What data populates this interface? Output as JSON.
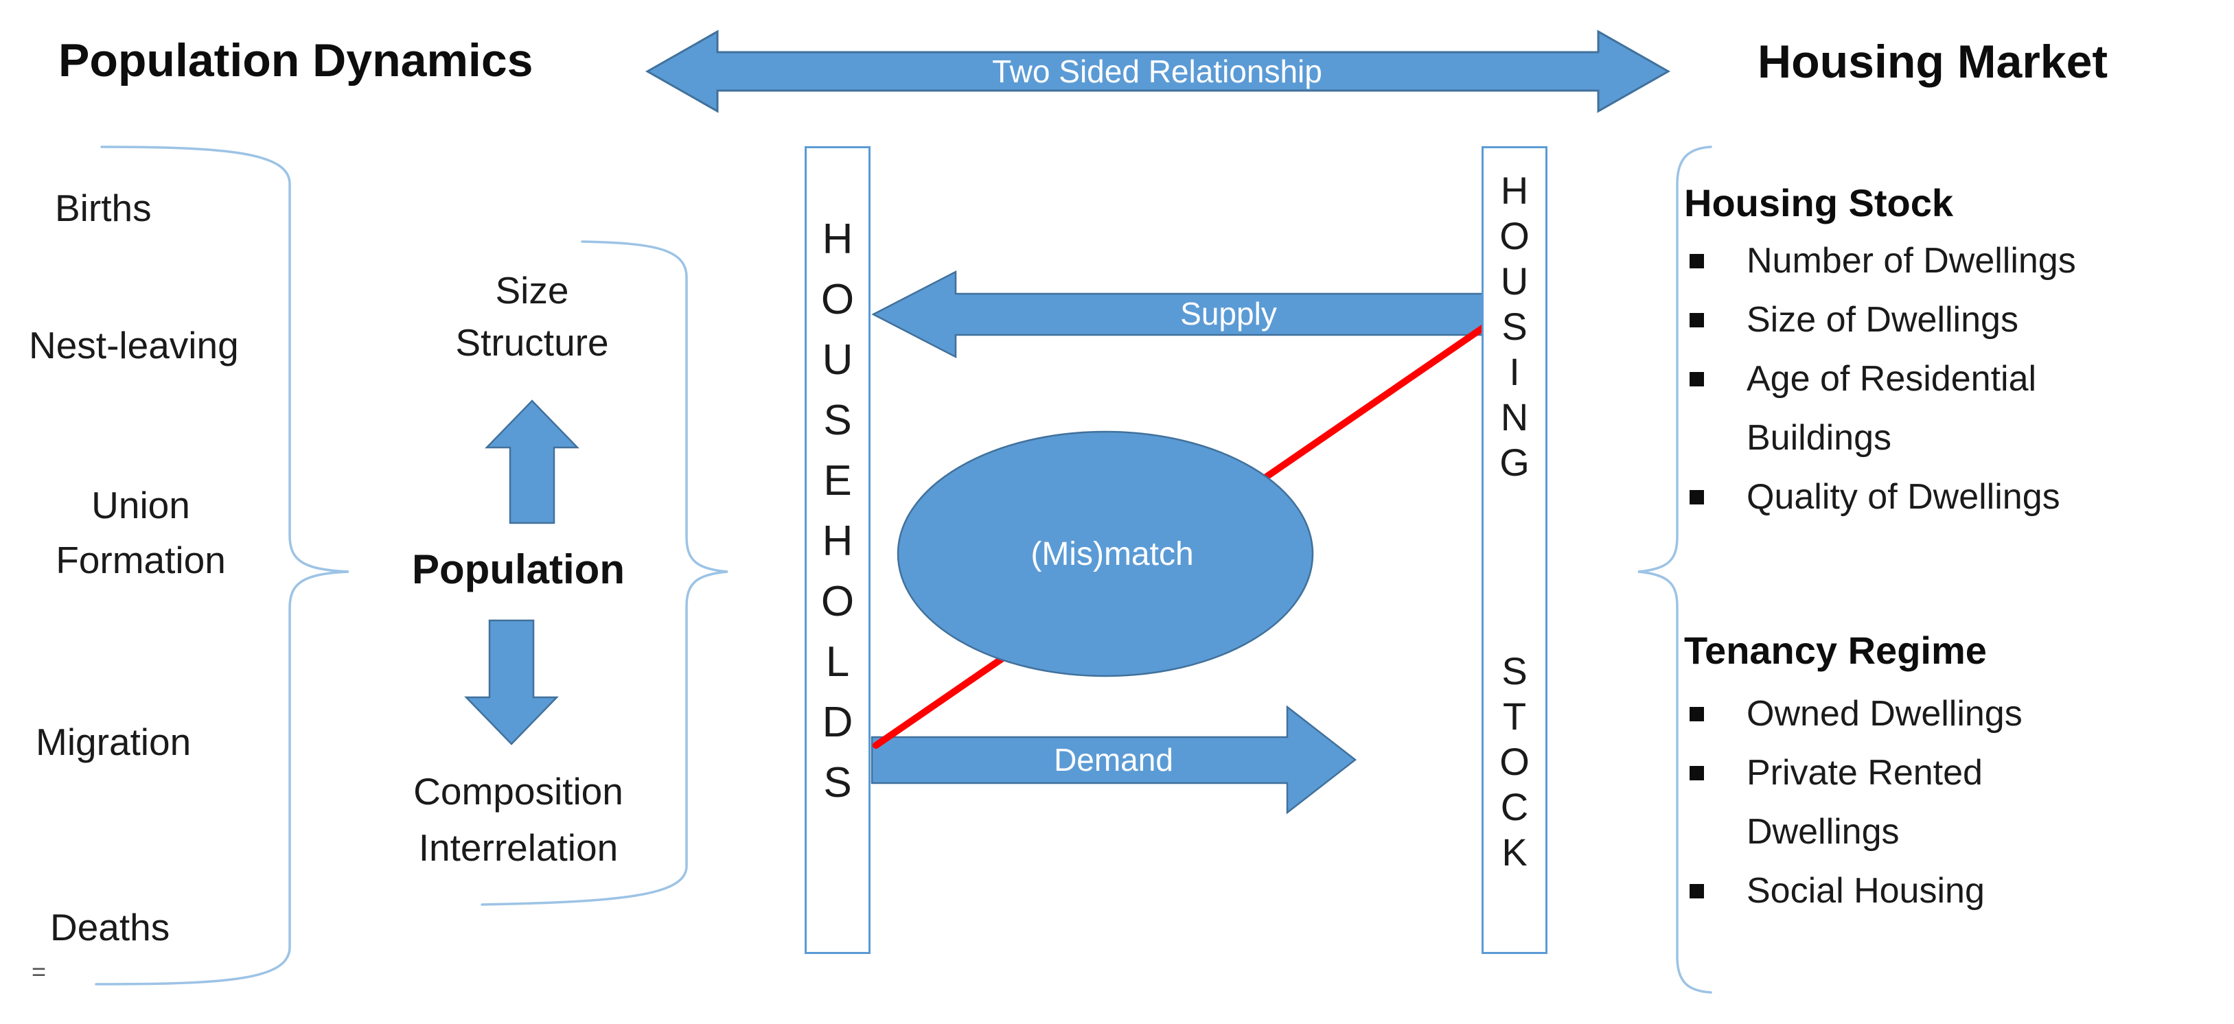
{
  "header": {
    "left_title": "Population Dynamics",
    "center_arrow_label": "Two Sided Relationship",
    "right_title": "Housing Market"
  },
  "left_panel": {
    "items": [
      "Births",
      "Nest-leaving",
      "Union\nFormation",
      "Migration",
      "Deaths"
    ]
  },
  "population_group": {
    "above_label": "Size\nStructure",
    "core_label": "Population",
    "below_label": "Composition\nInterrelation"
  },
  "flows": {
    "households_label": "HOUSEHOLDS",
    "supply_label": "Supply",
    "demand_label": "Demand",
    "mismatch_label": "(Mis)match",
    "housing_stock_label": "HOUSING STOCK"
  },
  "right_panel": {
    "housing_stock": {
      "title": "Housing Stock",
      "items": [
        "Number of Dwellings",
        "Size of Dwellings",
        "Age of Residential\nBuildings",
        "Quality of Dwellings"
      ]
    },
    "tenancy_regime": {
      "title": "Tenancy Regime",
      "items": [
        "Owned Dwellings",
        "Private Rented\nDwellings",
        "Social Housing"
      ]
    }
  },
  "footer": {
    "corner_mark": "="
  },
  "colors": {
    "accent": "#5B9BD5",
    "accent_border": "#41719C",
    "brace": "#9CC3E5",
    "red_line": "#FF0000"
  }
}
